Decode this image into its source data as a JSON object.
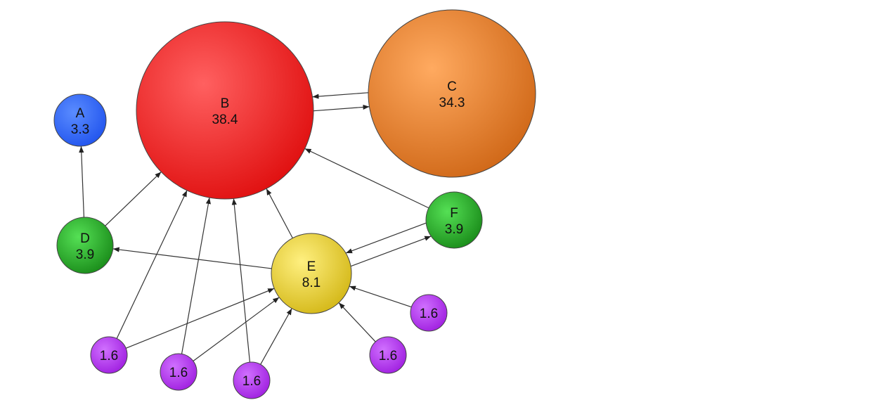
{
  "title": "PageRank network diagram",
  "colors": {
    "edge": "#333333",
    "stroke": "#444444"
  },
  "nodes": [
    {
      "id": "A",
      "label": "A",
      "value": "3.3",
      "color": "#2255ee",
      "light": "#5a8cff"
    },
    {
      "id": "B",
      "label": "B",
      "value": "38.4",
      "color": "#e01010",
      "light": "#ff6060"
    },
    {
      "id": "C",
      "label": "C",
      "value": "34.3",
      "color": "#d06818",
      "light": "#ffaa60"
    },
    {
      "id": "D",
      "label": "D",
      "value": "3.9",
      "color": "#1a8c1a",
      "light": "#55e055"
    },
    {
      "id": "E",
      "label": "E",
      "value": "8.1",
      "color": "#d4b818",
      "light": "#fff080"
    },
    {
      "id": "F",
      "label": "F",
      "value": "3.9",
      "color": "#1a8c1a",
      "light": "#55e055"
    },
    {
      "id": "P1",
      "label": "",
      "value": "1.6",
      "color": "#a020e0",
      "light": "#d070ff"
    },
    {
      "id": "P2",
      "label": "",
      "value": "1.6",
      "color": "#a020e0",
      "light": "#d070ff"
    },
    {
      "id": "P3",
      "label": "",
      "value": "1.6",
      "color": "#a020e0",
      "light": "#d070ff"
    },
    {
      "id": "P4",
      "label": "",
      "value": "1.6",
      "color": "#a020e0",
      "light": "#d070ff"
    },
    {
      "id": "P5",
      "label": "",
      "value": "1.6",
      "color": "#a020e0",
      "light": "#d070ff"
    }
  ],
  "edges": [
    [
      "D",
      "A"
    ],
    [
      "D",
      "B"
    ],
    [
      "B",
      "C"
    ],
    [
      "C",
      "B"
    ],
    [
      "F",
      "B"
    ],
    [
      "E",
      "B"
    ],
    [
      "E",
      "D"
    ],
    [
      "E",
      "F"
    ],
    [
      "F",
      "E"
    ],
    [
      "P1",
      "B"
    ],
    [
      "P1",
      "E"
    ],
    [
      "P2",
      "B"
    ],
    [
      "P2",
      "E"
    ],
    [
      "P3",
      "B"
    ],
    [
      "P3",
      "E"
    ],
    [
      "P4",
      "E"
    ],
    [
      "P5",
      "E"
    ]
  ]
}
